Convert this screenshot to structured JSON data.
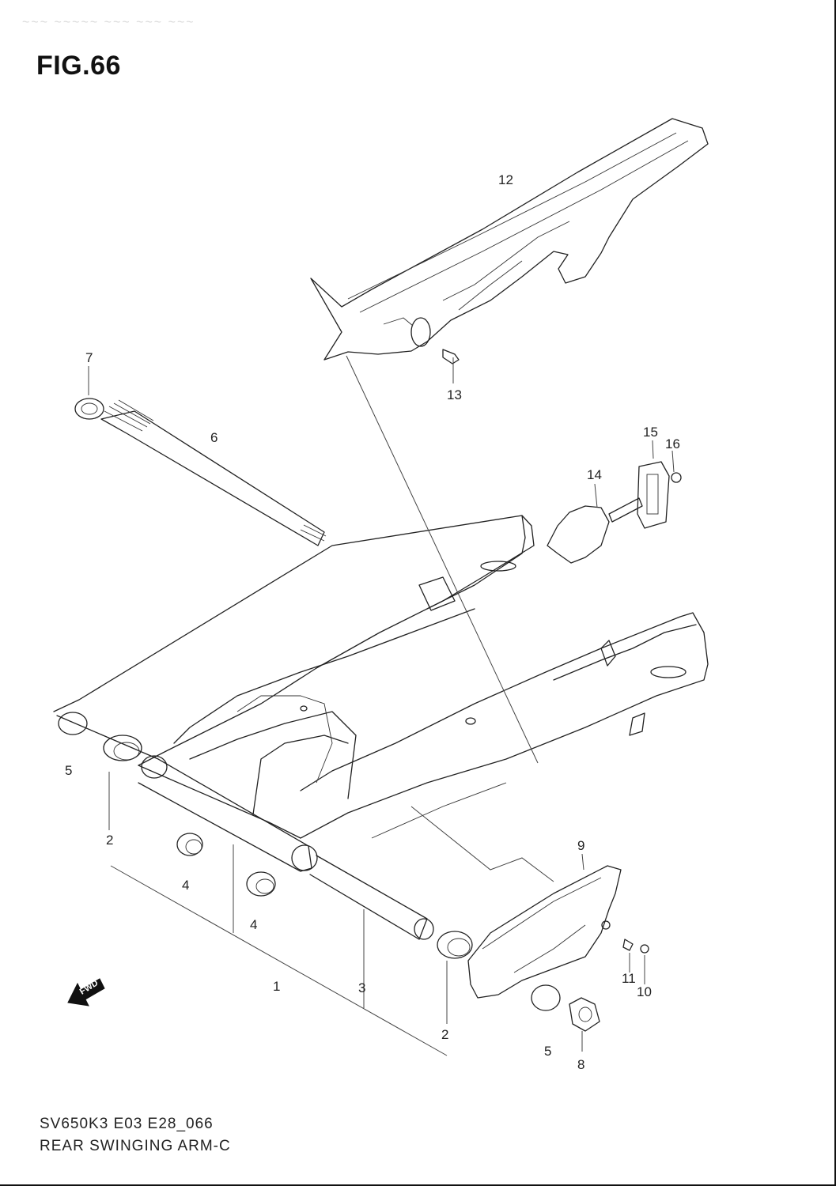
{
  "figure": {
    "title": "FIG.66",
    "header_faint": "~~~ ~~~~~ ~~~ ~~~ ~~~"
  },
  "callouts": [
    {
      "id": "12",
      "label": "12"
    },
    {
      "id": "13",
      "label": "13"
    },
    {
      "id": "7",
      "label": "7"
    },
    {
      "id": "6",
      "label": "6"
    },
    {
      "id": "15",
      "label": "15"
    },
    {
      "id": "16",
      "label": "16"
    },
    {
      "id": "14",
      "label": "14"
    },
    {
      "id": "5a",
      "label": "5"
    },
    {
      "id": "2a",
      "label": "2"
    },
    {
      "id": "4a",
      "label": "4"
    },
    {
      "id": "4b",
      "label": "4"
    },
    {
      "id": "9",
      "label": "9"
    },
    {
      "id": "1",
      "label": "1"
    },
    {
      "id": "3",
      "label": "3"
    },
    {
      "id": "11",
      "label": "11"
    },
    {
      "id": "10",
      "label": "10"
    },
    {
      "id": "2b",
      "label": "2"
    },
    {
      "id": "5b",
      "label": "5"
    },
    {
      "id": "8",
      "label": "8"
    }
  ],
  "badge": {
    "text": "FWD"
  },
  "footer": {
    "code": "SV650K3 E03 E28_066",
    "title": "REAR SWINGING ARM-C"
  }
}
